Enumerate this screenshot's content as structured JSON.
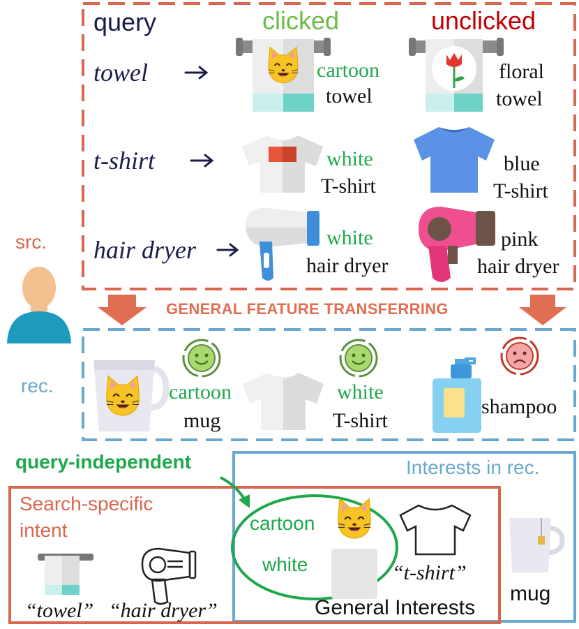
{
  "colors": {
    "src": "#d9674f",
    "rec": "#6aa8cf",
    "clicked": "#4db04a",
    "unclicked": "#c00000",
    "green": "#1ea84b",
    "navy": "#1c1c4a"
  },
  "source": {
    "header_query": "query",
    "header_clicked": "clicked",
    "header_unclicked": "unclicked",
    "side_label": "src.",
    "rows": [
      {
        "query": "towel",
        "clicked_attr": "cartoon",
        "clicked_item": "towel",
        "unclicked_attr": "floral",
        "unclicked_item": "towel"
      },
      {
        "query": "t-shirt",
        "clicked_attr": "white",
        "clicked_item": "T-shirt",
        "unclicked_attr": "blue",
        "unclicked_item": "T-shirt"
      },
      {
        "query": "hair dryer",
        "clicked_attr": "white",
        "clicked_item": "hair dryer",
        "unclicked_attr": "pink",
        "unclicked_item": "hair dryer"
      }
    ]
  },
  "transfer_label": "GENERAL FEATURE TRANSFERRING",
  "rec": {
    "side_label": "rec.",
    "items": [
      {
        "attr": "cartoon",
        "item": "mug",
        "icons": "cat-mug"
      },
      {
        "attr": "white",
        "item": "T-shirt"
      },
      {
        "attr": "",
        "item": "shampoo"
      }
    ]
  },
  "bottom": {
    "query_independent": "query-independent",
    "interests_in_rec": "Interests in rec.",
    "search_specific_line1": "Search-specific",
    "search_specific_line2": "intent",
    "towel_label": "“towel”",
    "hair_dryer_label": "“hair dryer”",
    "cartoon": "cartoon",
    "white": "white",
    "tshirt_label": "“t-shirt”",
    "general_interests": "General Interests",
    "mug": "mug"
  }
}
